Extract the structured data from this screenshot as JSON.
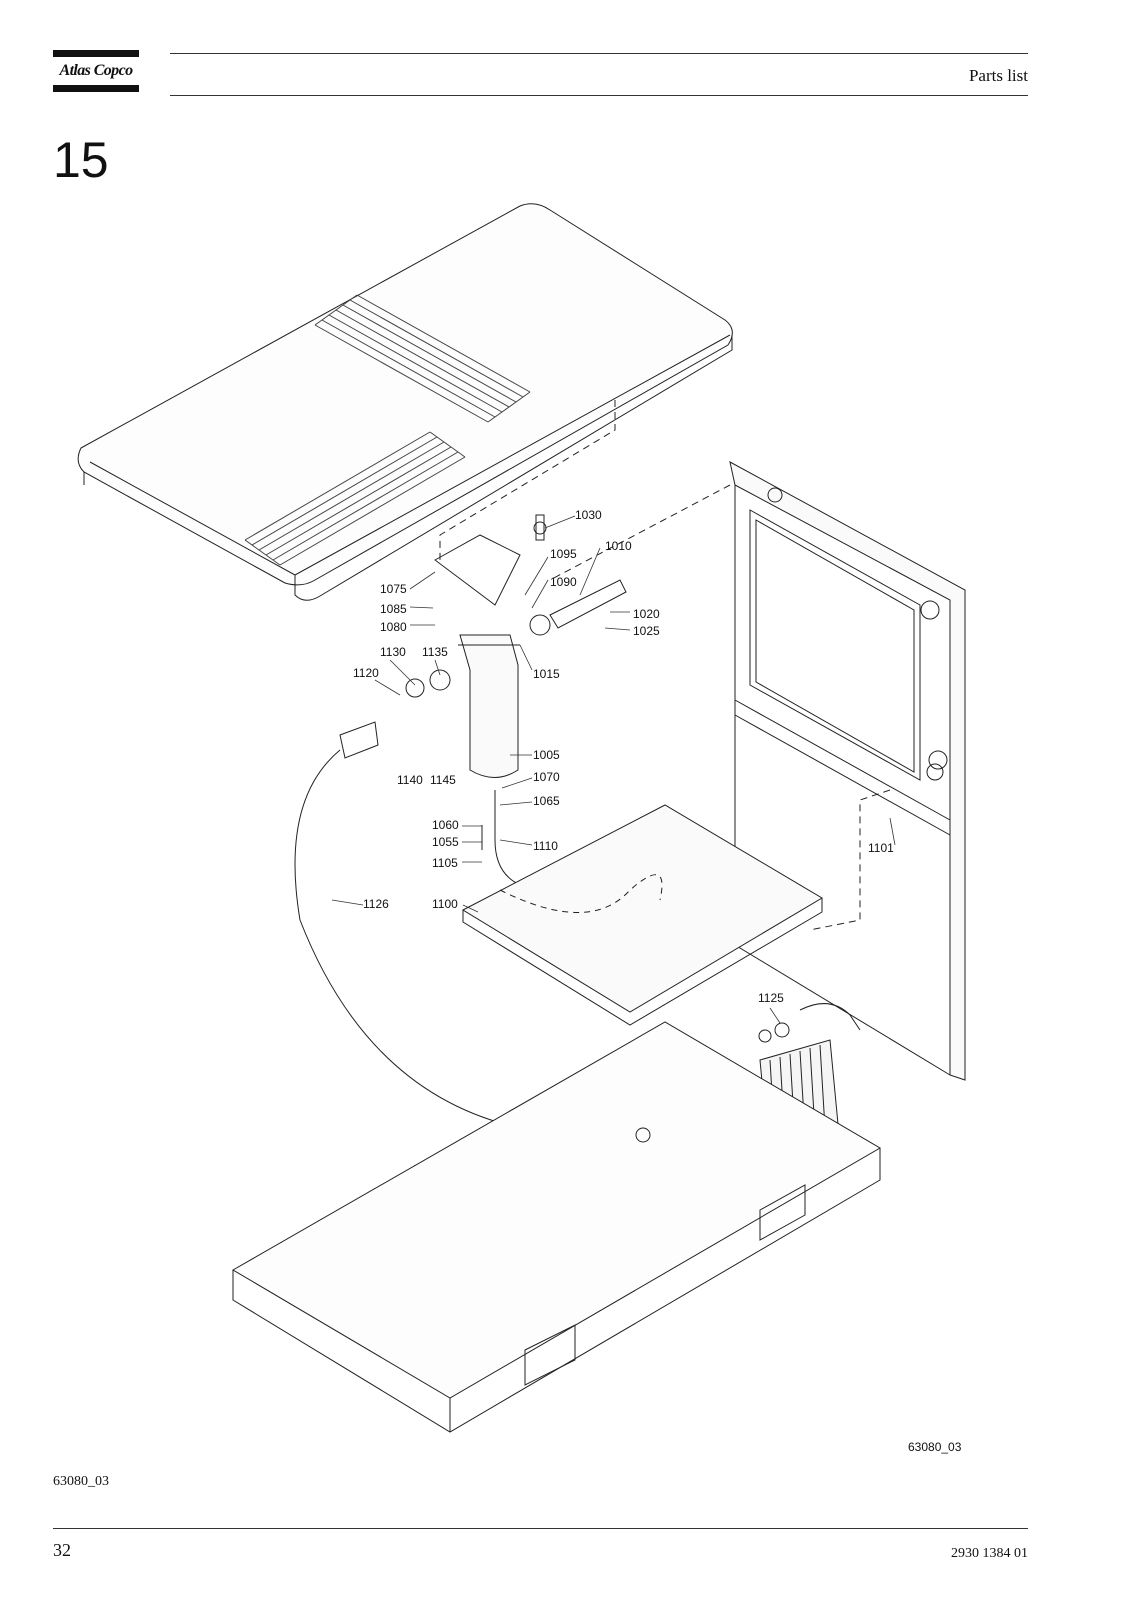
{
  "header": {
    "logo_text": "Atlas Copco",
    "title": "Parts list"
  },
  "section": {
    "number": "15"
  },
  "figure": {
    "code_inside": "63080_03",
    "callouts": [
      "1030",
      "1010",
      "1095",
      "1090",
      "1075",
      "1085",
      "1080",
      "1020",
      "1025",
      "1130",
      "1135",
      "1015",
      "1120",
      "1005",
      "1140",
      "1145",
      "1070",
      "1065",
      "1060",
      "1055",
      "1105",
      "1110",
      "1101",
      "1126",
      "1100",
      "1125"
    ]
  },
  "footer": {
    "figure_code": "63080_03",
    "page_number": "32",
    "document_number": "2930 1384 01"
  }
}
